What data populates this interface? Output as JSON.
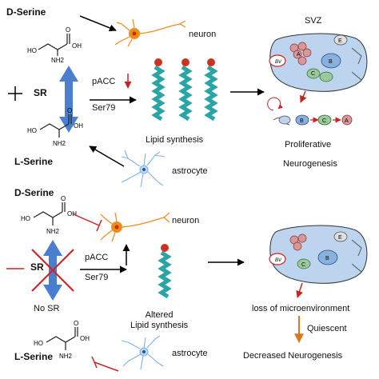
{
  "top": {
    "d_serine": "D-Serine",
    "neuron": "neuron",
    "plus_symbol": "+",
    "sr": "SR",
    "pacc": "pACC",
    "ser79": "Ser79",
    "lipid_synthesis": "Lipid synthesis",
    "l_serine": "L-Serine",
    "astrocyte": "astrocyte",
    "svz": "SVZ",
    "proliferative": "Proliferative",
    "neurogenesis": "Neurogenesis"
  },
  "bottom": {
    "d_serine": "D-Serine",
    "neuron": "neuron",
    "minus_symbol": "—",
    "sr": "SR",
    "pacc": "pACC",
    "ser79": "Ser79",
    "no_sr": "No SR",
    "altered_lipid": "Altered\nLipid synthesis",
    "l_serine": "L-Serine",
    "astrocyte": "astrocyte",
    "loss_microenvironment": "loss of microenvironment",
    "quiescent": "Quiescent",
    "decreased_neurogenesis": "Decreased Neurogenesis"
  },
  "chem": {
    "ho": "HO",
    "oh": "OH",
    "o": "O",
    "nh2": "NH2"
  },
  "cells": {
    "a": "A",
    "b": "B",
    "c": "C",
    "e": "E",
    "bv": "BV"
  },
  "colors": {
    "arrow": "#000000",
    "red": "#cc2222",
    "blue_arrow": "#4a7fd0",
    "lipid_teal": "#2aa5a5",
    "lipid_head": "#cc3322",
    "orange_neuron": "#f28a1a",
    "astro_blue": "#7fb3e8",
    "quiescent_orange": "#d97a1a"
  }
}
